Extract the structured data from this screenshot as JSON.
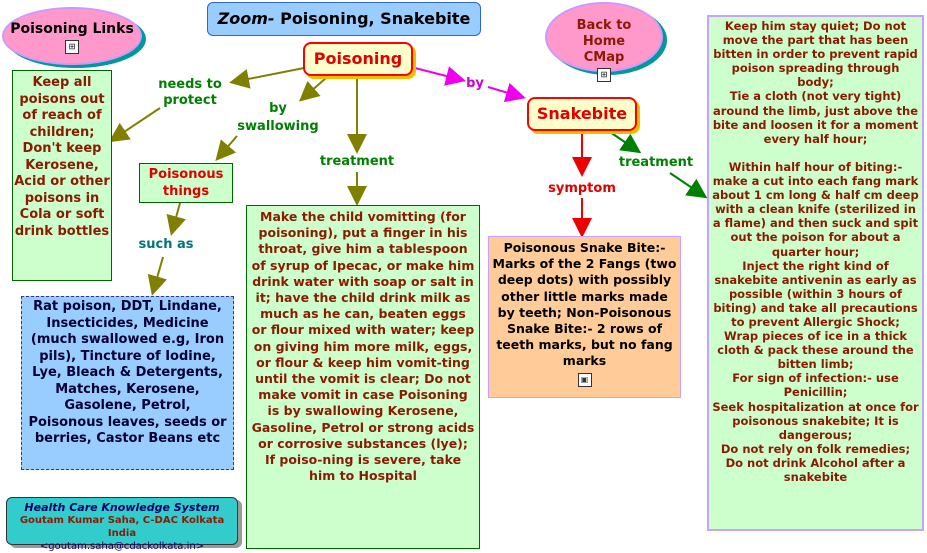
{
  "title": {
    "zoom": "Zoom-",
    "rest": " Poisoning, Snakebite"
  },
  "poisoning_links": "Poisoning Links",
  "back_link": "Back to Home CMap",
  "concepts": {
    "poisoning": "Poisoning",
    "snakebite": "Snakebite",
    "poisonous_things": "Poisonous things"
  },
  "links": {
    "needs_to_protect": "needs to protect",
    "by_swallowing": "by swallowing",
    "treatment1": "treatment",
    "by": "by",
    "such_as": "such as",
    "symptom": "symptom",
    "treatment2": "treatment"
  },
  "boxes": {
    "keep_poisons": "Keep all poisons out of reach of children; Don't keep Kerosene, Acid or other poisons in Cola or soft drink bottles",
    "examples": "Rat poison, DDT, Lindane, Insecticides, Medicine (much swallowed e.g, Iron pils), Tincture of Iodine, Lye, Bleach & Detergents, Matches, Kerosene, Gasolene, Petrol, Poisonous leaves, seeds or berries, Castor Beans etc",
    "child_treatment": "Make the child vomitting (for poisoning), put a finger in his throat, give him a tablespoon of syrup of Ipecac, or make him drink water with soap or salt  in it; have the child drink milk as much as he can, beaten eggs or flour mixed with water; keep on giving him more milk, eggs, or flour & keep him vomit-ting until the vomit is clear; Do not make vomit in case Poisoning is by swallowing Kerosene, Gasoline, Petrol or strong acids or corrosive substances (lye); If poiso-ning is severe, take him to Hospital",
    "snake_symptom": "Poisonous Snake Bite:- Marks of the 2 Fangs (two deep dots) with possibly other little marks made by teeth; Non-Poisonous Snake Bite:- 2 rows of teeth marks, but no fang marks",
    "snake_treatment": "Keep him stay quiet; Do not move the part that has been bitten in order to prevent rapid poison spreading through body;\nTie a cloth (not very tight) around the limb, just above the bite and loosen it for a moment every half hour;\n\nWithin half hour of biting:- make a cut into each fang mark about 1 cm long & half cm deep with a clean knife (sterilized in a flame) and then suck and spit out the poison for about a quarter hour;\nInject the right kind of snakebite antivenin as early as possible (within 3 hours of biting) and take all precautions to prevent Allergic Shock;\nWrap pieces of ice in a thick cloth & pack these around the bitten limb;\nFor sign of infection:- use Penicillin;\nSeek hospitalization at once for poisonous snakebite; It is dangerous;\nDo not rely on folk remedies;\nDo not drink Alcohol after a snakebite"
  },
  "footer": {
    "line1": "Health Care Knowledge System",
    "line2": "Goutam Kumar Saha, C-DAC Kolkata India",
    "line3": "<goutam.saha@cdackolkata.in>"
  },
  "colors": {
    "maroon": "#8b1a00",
    "link_green": "#008000",
    "magenta": "#cc00cc",
    "red": "#e00000",
    "teal": "#007777"
  }
}
